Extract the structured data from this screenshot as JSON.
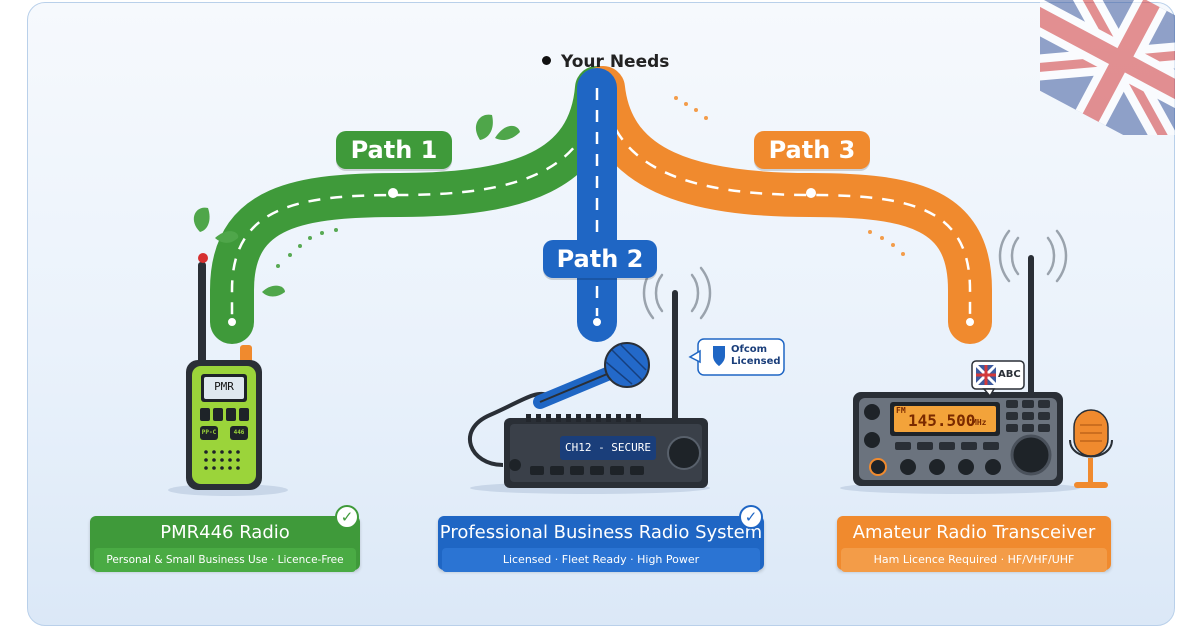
{
  "colors": {
    "green": "#3f9a3a",
    "blue": "#1f66c4",
    "orange": "#f08a2e",
    "dark": "#2a2f36"
  },
  "header": {
    "label": "Your Needs"
  },
  "paths": [
    {
      "label": "Path 1",
      "color": "#3f9a3a"
    },
    {
      "label": "Path 2",
      "color": "#1f66c4"
    },
    {
      "label": "Path 3",
      "color": "#f08a2e"
    }
  ],
  "devices": {
    "pmr": {
      "screen": "PMR",
      "key_left": "PP-C",
      "key_right": "446"
    },
    "business": {
      "screen": "CH12 - SECURE",
      "badge_line1": "Ofcom",
      "badge_line2": "Licensed"
    },
    "amateur": {
      "mode": "FM",
      "frequency": "145.500",
      "unit": "MHz",
      "flag_text": "ABC"
    }
  },
  "cards": [
    {
      "title": "PMR446 Radio",
      "subtitle": "Personal & Small Business Use · Licence-Free",
      "color": "#3f9a3a",
      "checked": true
    },
    {
      "title": "Professional Business Radio System",
      "subtitle": "Licensed · Fleet Ready · High Power",
      "color": "#1f66c4",
      "checked": true
    },
    {
      "title": "Amateur Radio Transceiver",
      "subtitle": "Ham Licence Required · HF/VHF/UHF",
      "color": "#f08a2e",
      "checked": false
    }
  ]
}
